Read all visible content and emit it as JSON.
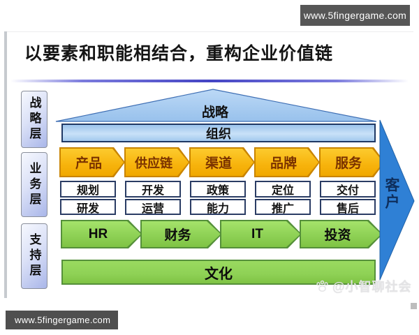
{
  "watermarks": {
    "top_url": "www.5fingergame.com",
    "bottom_url": "www.5fingergame.com",
    "brand": "@小智聊社会"
  },
  "slide": {
    "title": "以要素和职能相结合，重构企业价值链",
    "layers": [
      {
        "label": "战略层"
      },
      {
        "label": "业务层"
      },
      {
        "label": "支持层"
      }
    ],
    "strategy_roof": "战略",
    "organization_bar": "组织",
    "value_chain_arrows": [
      "产品",
      "供应链",
      "渠道",
      "品牌",
      "服务"
    ],
    "function_rows": [
      [
        "规划",
        "开发",
        "政策",
        "定位",
        "交付"
      ],
      [
        "研发",
        "运营",
        "能力",
        "推广",
        "售后"
      ]
    ],
    "support_arrows": [
      "HR",
      "财务",
      "IT",
      "投资"
    ],
    "culture_bar": "文化",
    "customer_arrow": "客户"
  },
  "colors": {
    "value_chain_fill": "#f7b30c",
    "value_chain_border": "#c98400",
    "value_chain_text": "#7a3200",
    "support_fill": "#8ed155",
    "support_border": "#55903a",
    "blue_light": "#a8ccf0",
    "blue_border": "#1f3864",
    "customer_fill": "#2f80d5",
    "layer_tab_fill": "#c3cdf0",
    "title_rule": "#4444c4",
    "url_bar_bg": "#565656"
  }
}
